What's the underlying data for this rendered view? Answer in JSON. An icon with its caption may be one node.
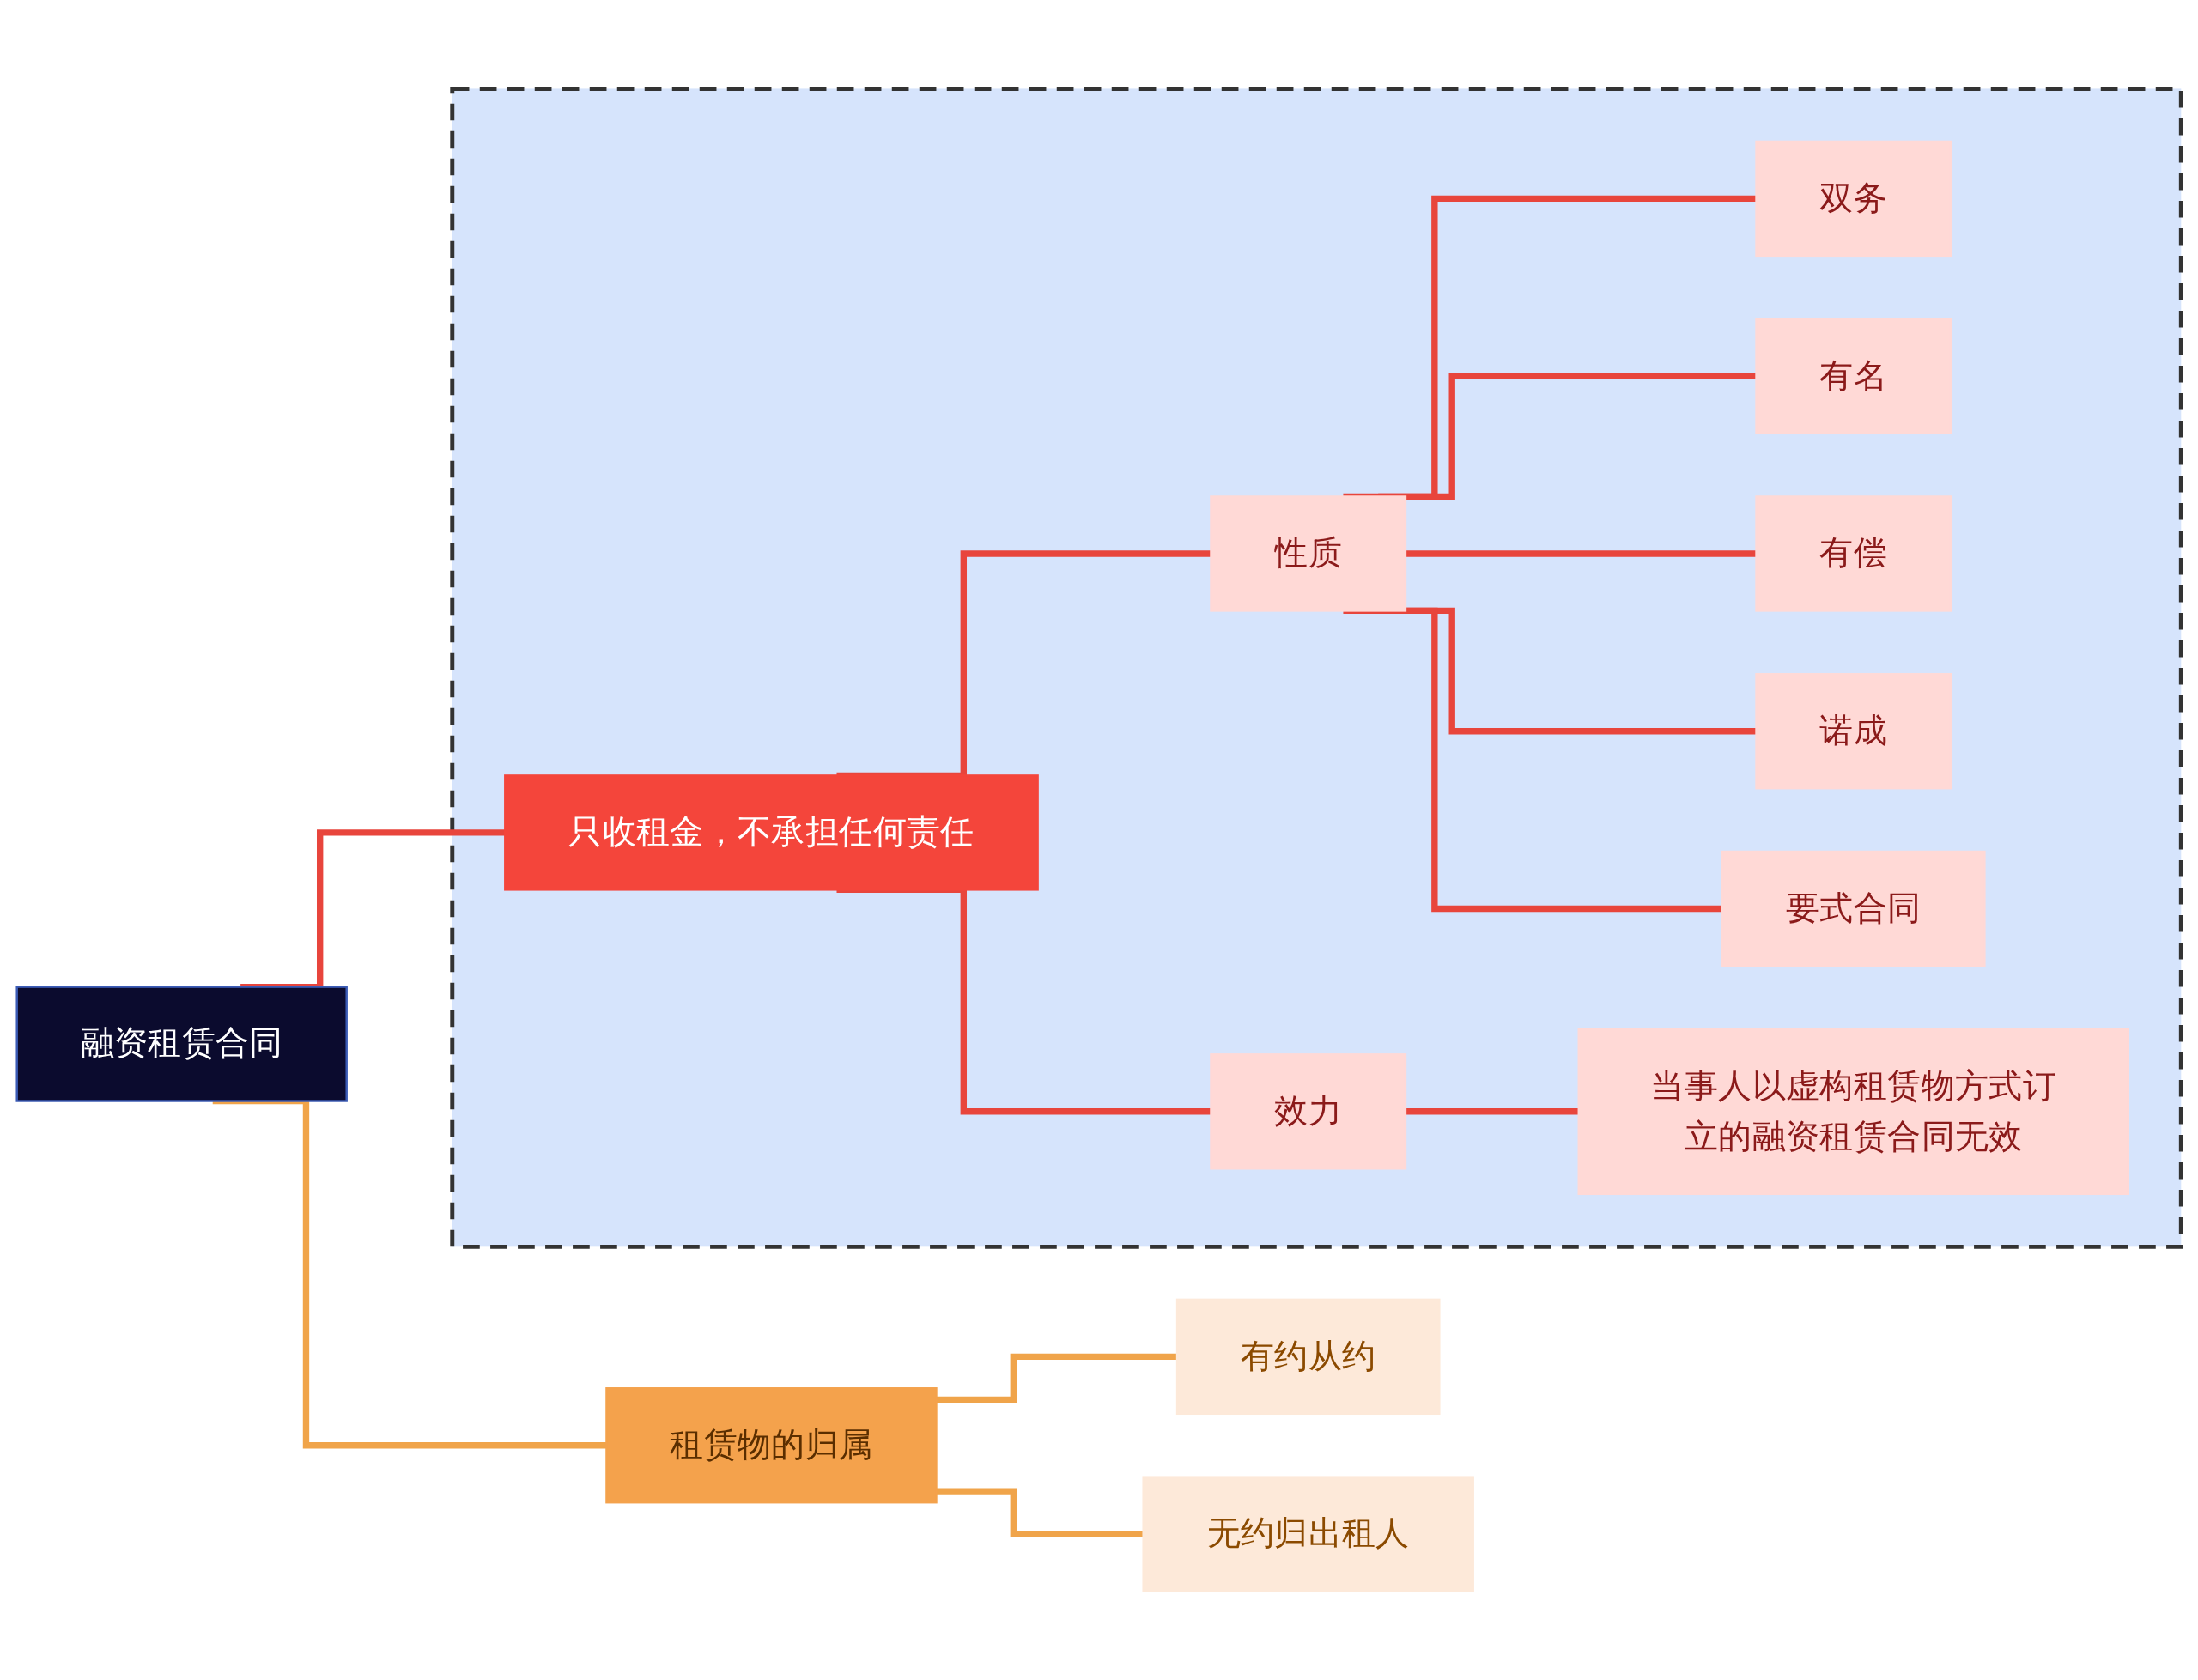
{
  "diagram": {
    "nodes": [
      {
        "text": [
          "融资租赁合同"
        ]
      },
      {
        "text": [],
        "shape": "box"
      },
      {
        "text": [
          "只收租金，不承担任何责任"
        ],
        "in": 1
      },
      {
        "text": [
          "性质"
        ],
        "in": 1
      },
      {
        "text": [
          "双务"
        ],
        "in": 1
      },
      {
        "text": [
          "有名"
        ],
        "in": 1
      },
      {
        "text": [
          "有偿"
        ],
        "in": 1
      },
      {
        "text": [
          "诺成"
        ],
        "in": 1
      },
      {
        "text": [
          "要式合同"
        ],
        "in": 1
      },
      {
        "text": [
          "效力"
        ],
        "in": 1
      },
      {
        "text": [
          "当事人以虚构租赁物方式订立的融资租赁合同无效"
        ],
        "in": 1
      },
      {
        "text": [
          "租赁物的归属"
        ]
      },
      {
        "text": [
          "有约从约"
        ]
      },
      {
        "text": [
          "无约归出租人"
        ]
      }
    ],
    "edges": [
      {
        "from": 0,
        "to": 2,
        "arrow": "none"
      },
      {
        "from": 0,
        "to": 11,
        "arrow": "none",
        "color": "#f0a44a"
      },
      {
        "from": 2,
        "to": 3,
        "arrow": "none"
      },
      {
        "from": 2,
        "to": 9,
        "arrow": "none"
      },
      {
        "from": 3,
        "to": 4,
        "arrow": "none"
      },
      {
        "from": 3,
        "to": 5,
        "arrow": "none"
      },
      {
        "from": 3,
        "to": 6,
        "arrow": "none"
      },
      {
        "from": 3,
        "to": 7,
        "arrow": "none"
      },
      {
        "from": 3,
        "to": 8,
        "arrow": "none"
      },
      {
        "from": 9,
        "to": 10,
        "arrow": "none"
      },
      {
        "from": 11,
        "to": 12,
        "arrow": "none",
        "color": "#f0a44a"
      },
      {
        "from": 11,
        "to": 13,
        "arrow": "none",
        "color": "#f0a44a"
      }
    ]
  }
}
